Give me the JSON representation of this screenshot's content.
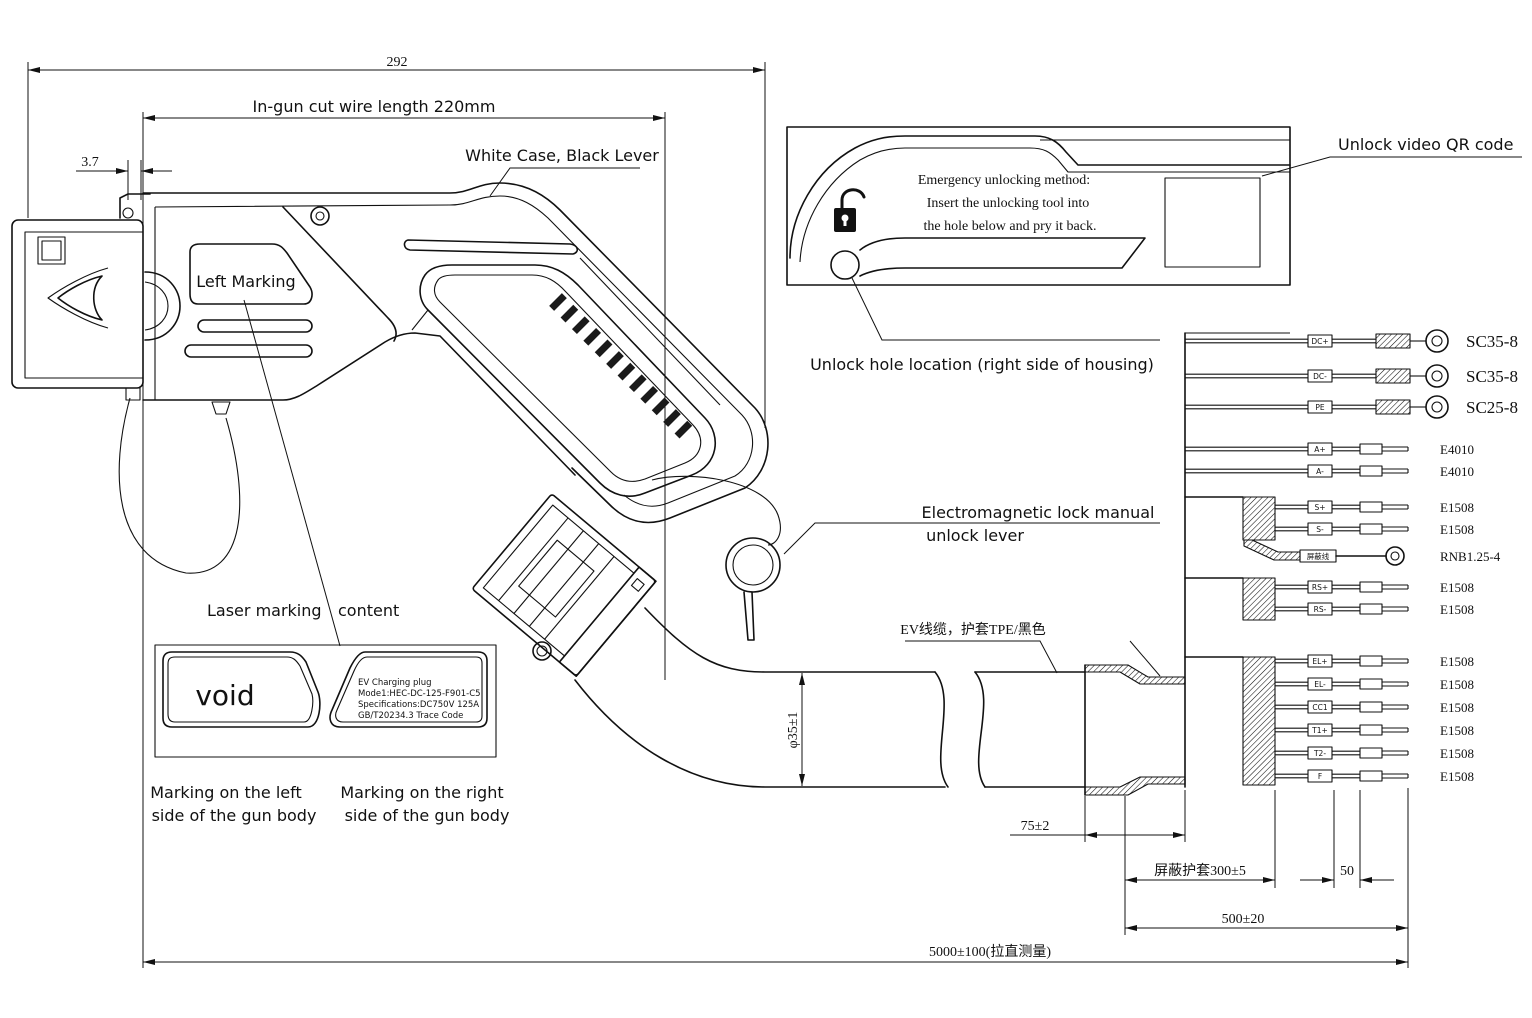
{
  "dimensions": {
    "overall_length": "292",
    "cut_wire_length": "In-gun cut wire length 220mm",
    "latch_offset": "3.7",
    "cable_diameter": "φ35±1",
    "sleeve_length": "75±2",
    "shield_sleeve": "屏蔽护套300±5",
    "pin_spacing": "50",
    "fanout_length": "500±20",
    "total_length": "5000±100(拉直测量)"
  },
  "callouts": {
    "case": "White Case, Black Lever",
    "left_marking": "Left Marking",
    "qr_code": "Unlock video QR code",
    "unlock_hole": "Unlock hole location (right side of housing)",
    "lock_lever_line1": "Electromagnetic lock manual",
    "lock_lever_line2": "unlock lever",
    "laser_marking": "Laser marking",
    "laser_content": "content",
    "cable": "EV线缆，护套TPE/黑色"
  },
  "unlock_panel": {
    "lines": [
      "Emergency unlocking method:",
      "Insert the unlocking tool into",
      "the hole below and pry it back."
    ]
  },
  "marking": {
    "left_text": "void",
    "right_lines": [
      "EV Charging plug",
      "Mode1:HEC-DC-125-F901-C5",
      "Specifications:DC750V 125A",
      "GB/T20234.3 Trace Code"
    ],
    "left_caption": [
      "Marking on the left",
      "side of the gun body"
    ],
    "right_caption": [
      "Marking on the right",
      "side of the gun body"
    ]
  },
  "wires": [
    {
      "label": "DC+",
      "terminal": "SC35-8"
    },
    {
      "label": "DC-",
      "terminal": "SC35-8"
    },
    {
      "label": "PE",
      "terminal": "SC25-8"
    },
    {
      "label": "A+",
      "terminal": "E4010"
    },
    {
      "label": "A-",
      "terminal": "E4010"
    },
    {
      "label": "S+",
      "terminal": "E1508"
    },
    {
      "label": "S-",
      "terminal": "E1508"
    },
    {
      "label": "屏蔽线",
      "terminal": "RNB1.25-4"
    },
    {
      "label": "RS+",
      "terminal": "E1508"
    },
    {
      "label": "RS-",
      "terminal": "E1508"
    },
    {
      "label": "EL+",
      "terminal": "E1508"
    },
    {
      "label": "EL-",
      "terminal": "E1508"
    },
    {
      "label": "CC1",
      "terminal": "E1508"
    },
    {
      "label": "T1+",
      "terminal": "E1508"
    },
    {
      "label": "T2-",
      "terminal": "E1508"
    },
    {
      "label": "F",
      "terminal": "E1508"
    }
  ]
}
